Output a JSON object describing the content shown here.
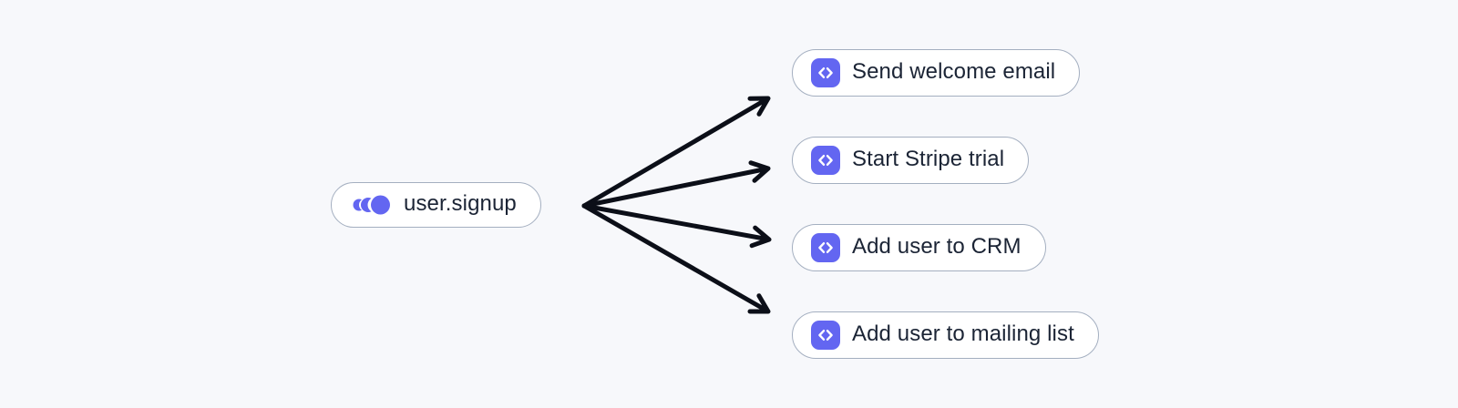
{
  "page": {
    "background": "#f7f8fb"
  },
  "colors": {
    "accent": "#6366f1",
    "node_background": "#ffffff",
    "node_border": "#a4afc0",
    "text": "#1b2435",
    "arrow": "#0c0f18"
  },
  "diagram": {
    "trigger": {
      "id": "user-signup",
      "label": "user.signup",
      "icon": "event-pulse-icon"
    },
    "actions": [
      {
        "id": "send-welcome-email",
        "label": "Send welcome email",
        "icon": "code-icon"
      },
      {
        "id": "start-stripe-trial",
        "label": "Start Stripe trial",
        "icon": "code-icon"
      },
      {
        "id": "add-user-to-crm",
        "label": "Add user to CRM",
        "icon": "code-icon"
      },
      {
        "id": "add-user-to-mailing-list",
        "label": "Add user to mailing list",
        "icon": "code-icon"
      }
    ],
    "edges": [
      {
        "from": "user-signup",
        "to": "send-welcome-email"
      },
      {
        "from": "user-signup",
        "to": "start-stripe-trial"
      },
      {
        "from": "user-signup",
        "to": "add-user-to-crm"
      },
      {
        "from": "user-signup",
        "to": "add-user-to-mailing-list"
      }
    ]
  }
}
